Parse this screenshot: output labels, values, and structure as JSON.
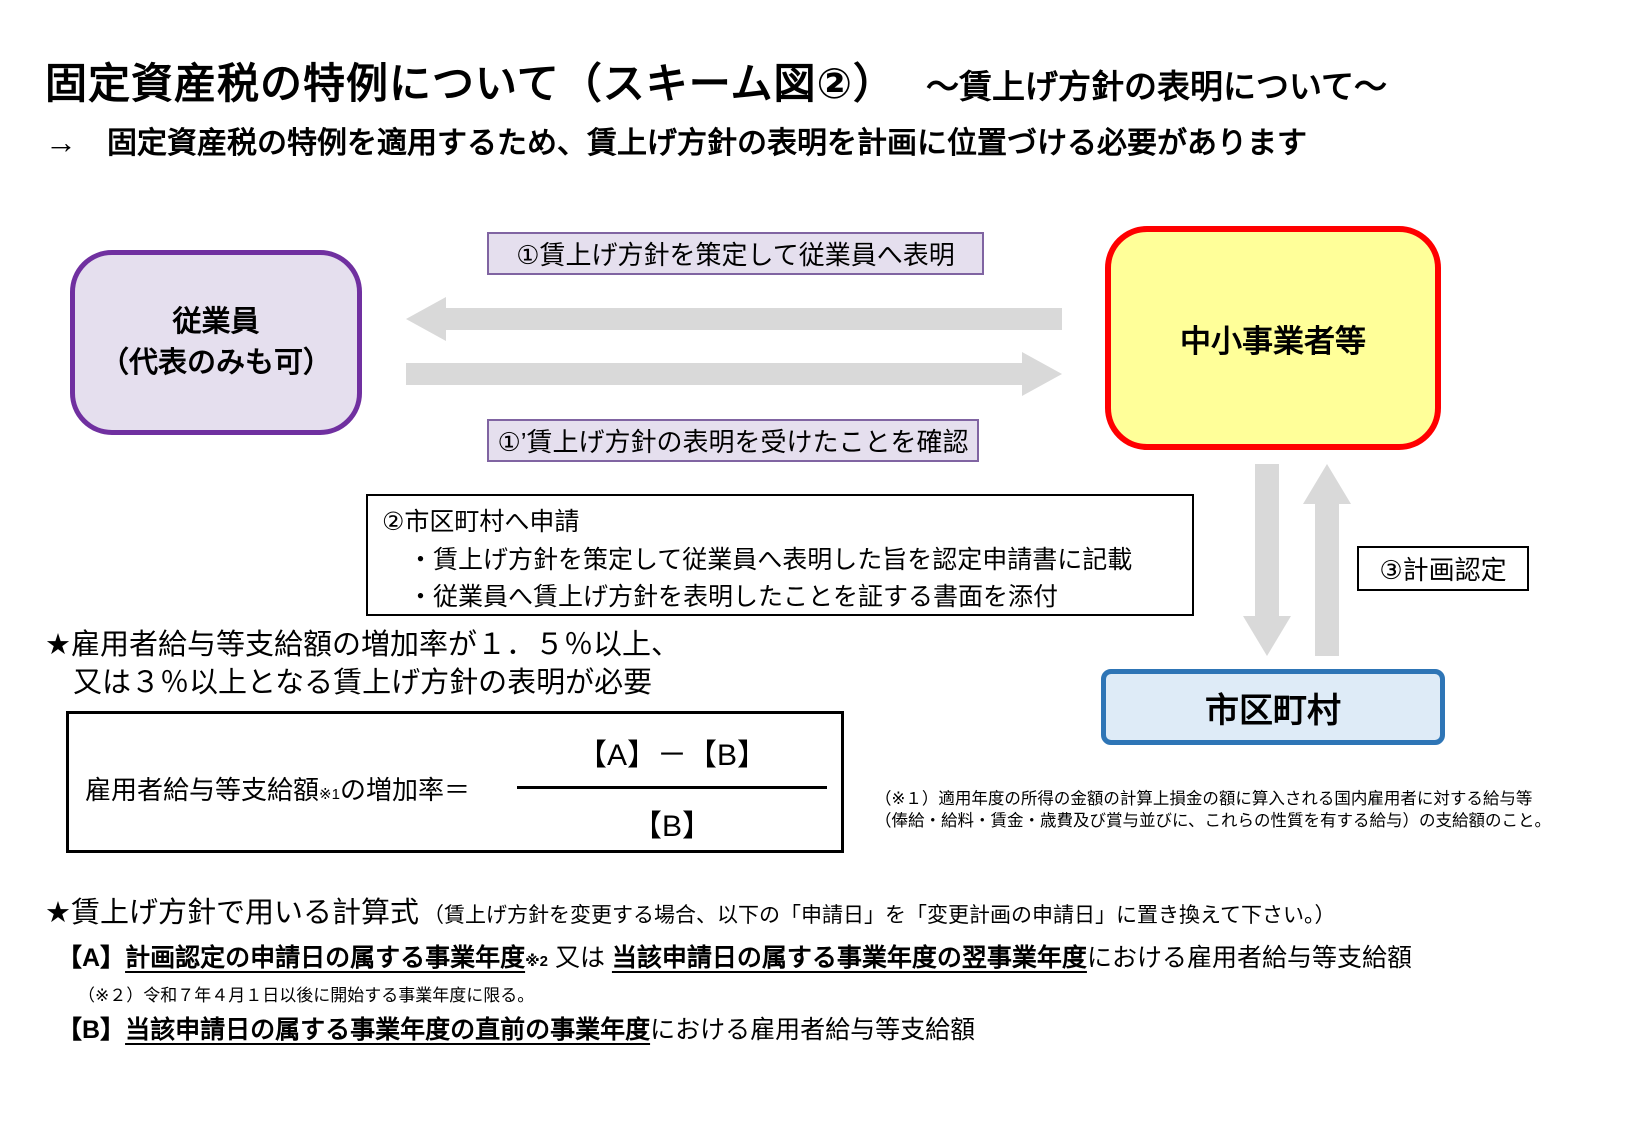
{
  "header": {
    "title": "固定資産税の特例について（スキーム図②）",
    "title_suffix": "～賃上げ方針の表明について～",
    "subtitle_arrow": "→",
    "subtitle": "固定資産税の特例を適用するため、賃上げ方針の表明を計画に位置づける必要があります"
  },
  "diagram": {
    "employee": {
      "line1": "従業員",
      "line2": "（代表のみも可）"
    },
    "sme": {
      "label": "中小事業者等"
    },
    "municipality": {
      "label": "市区町村"
    },
    "step1_label": "①賃上げ方針を策定して従業員へ表明",
    "step1_confirm_label": "①’賃上げ方針の表明を受けたことを確認",
    "step2": {
      "line1": "②市区町村へ申請",
      "line2": "・賃上げ方針を策定して従業員へ表明した旨を認定申請書に記載",
      "line3": "・従業員へ賃上げ方針を表明したことを証する書面を添付"
    },
    "step3_label": "③計画認定"
  },
  "requirement": {
    "line1": "★雇用者給与等支給額の増加率が１．５％以上、",
    "line2": "又は３％以上となる賃上げ方針の表明が必要"
  },
  "formula": {
    "label_main": "雇用者給与等支給額",
    "label_ref": "※1",
    "label_rest": "の増加率＝",
    "numerator": "【A】－【B】",
    "denominator": "【B】"
  },
  "note1": {
    "line1": "（※１）適用年度の所得の金額の計算上損金の額に算入される国内雇用者に対する給与等",
    "line2": "（俸給・給料・賃金・歳費及び賞与並びに、これらの性質を有する給与）の支給額のこと。"
  },
  "calc": {
    "title": "★賃上げ方針で用いる計算式",
    "title_note": "（賃上げ方針を変更する場合、以下の「申請日」を「変更計画の申請日」に置き換えて下さい。）",
    "item_a": {
      "prefix": "【A】",
      "bold1": "計画認定の申請日の属する事業年度",
      "ref": "※2",
      "mid": " 又は ",
      "bold2": "当該申請日の属する事業年度の翌事業年度",
      "suffix": "における雇用者給与等支給額"
    },
    "note2": "（※２）令和７年４月１日以後に開始する事業年度に限る。",
    "item_b": {
      "prefix": "【B】",
      "bold": "当該申請日の属する事業年度の直前の事業年度",
      "suffix": "における雇用者給与等支給額"
    }
  },
  "colors": {
    "employee_border": "#7030A0",
    "label_fill": "#E5DFEE",
    "label_border": "#8064A2",
    "sme_fill": "#FFFF99",
    "sme_border": "#FF0000",
    "municipality_fill": "#DEEBF7",
    "municipality_border": "#2E75B6",
    "arrow_gray": "#D9D9D9"
  }
}
